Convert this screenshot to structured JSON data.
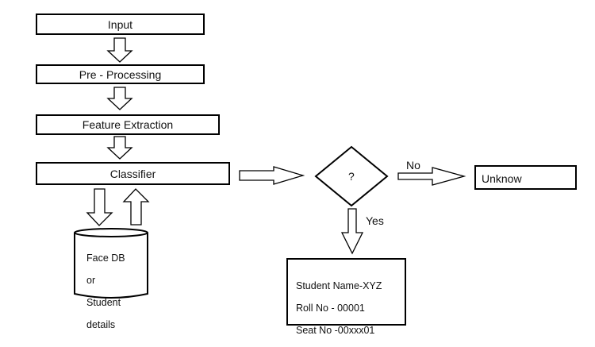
{
  "flow": {
    "input": "Input",
    "preprocessing": "Pre - Processing",
    "feature_extraction": "Feature Extraction",
    "classifier": "Classifier"
  },
  "database": {
    "line1": "Face DB",
    "line2": "or",
    "line3": "Student",
    "line4": "details"
  },
  "decision": {
    "symbol": "?",
    "no_label": "No",
    "yes_label": "Yes"
  },
  "outcome_unknown": "Unknow",
  "student_record": {
    "name": "Student Name-XYZ",
    "roll": "Roll No - 00001",
    "seat": "Seat No -00xxx01"
  }
}
